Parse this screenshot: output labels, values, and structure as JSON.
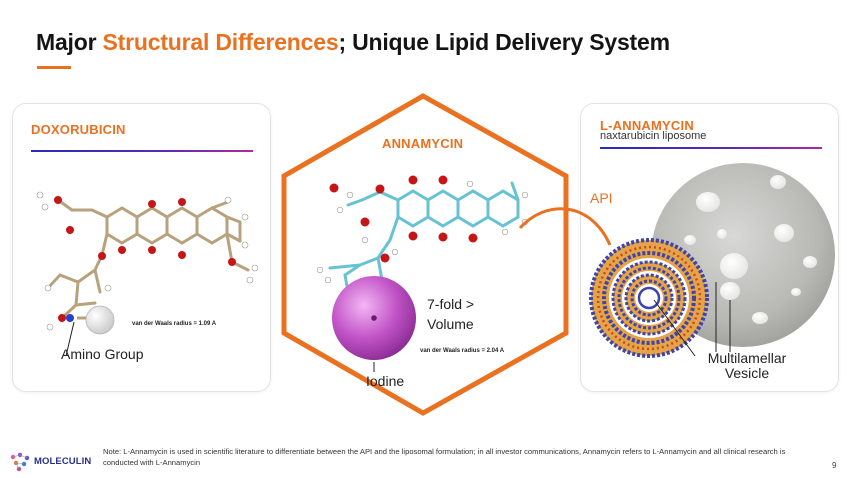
{
  "header": {
    "title_prefix": "Major ",
    "title_accent": "Structural Differences",
    "title_suffix": "; Unique Lipid Delivery System"
  },
  "left_panel": {
    "heading": "DOXORUBICIN",
    "radius_label": "van der Waals radius = 1.09 A",
    "callout": "Amino Group"
  },
  "center_panel": {
    "heading": "ANNAMYCIN",
    "radius_label": "van der Waals radius = 2.04 A",
    "volume_label_line1": "7-fold >",
    "volume_label_line2": "Volume",
    "callout": "Iodine"
  },
  "right_panel": {
    "heading": "L-ANNAMYCIN",
    "subheading": "naxtarubicin liposome",
    "api_label": "API",
    "callout_line1": "Multilamellar",
    "callout_line2": "Vesicle"
  },
  "footer": {
    "note": "Note: L-Annamycin is used in scientific literature to differentiate between the API and the liposomal formulation; in all investor communications, Annamycin refers to L-Annamycin and all clinical research is conducted with L-Annamycin",
    "page_number": "9",
    "logo_text": "MOLECULIN"
  },
  "colors": {
    "accent": "#ea7120",
    "rule_start": "#2a2bb5",
    "rule_end": "#b02aa0",
    "iodine": "#c255c8",
    "logo": "#27308a"
  }
}
